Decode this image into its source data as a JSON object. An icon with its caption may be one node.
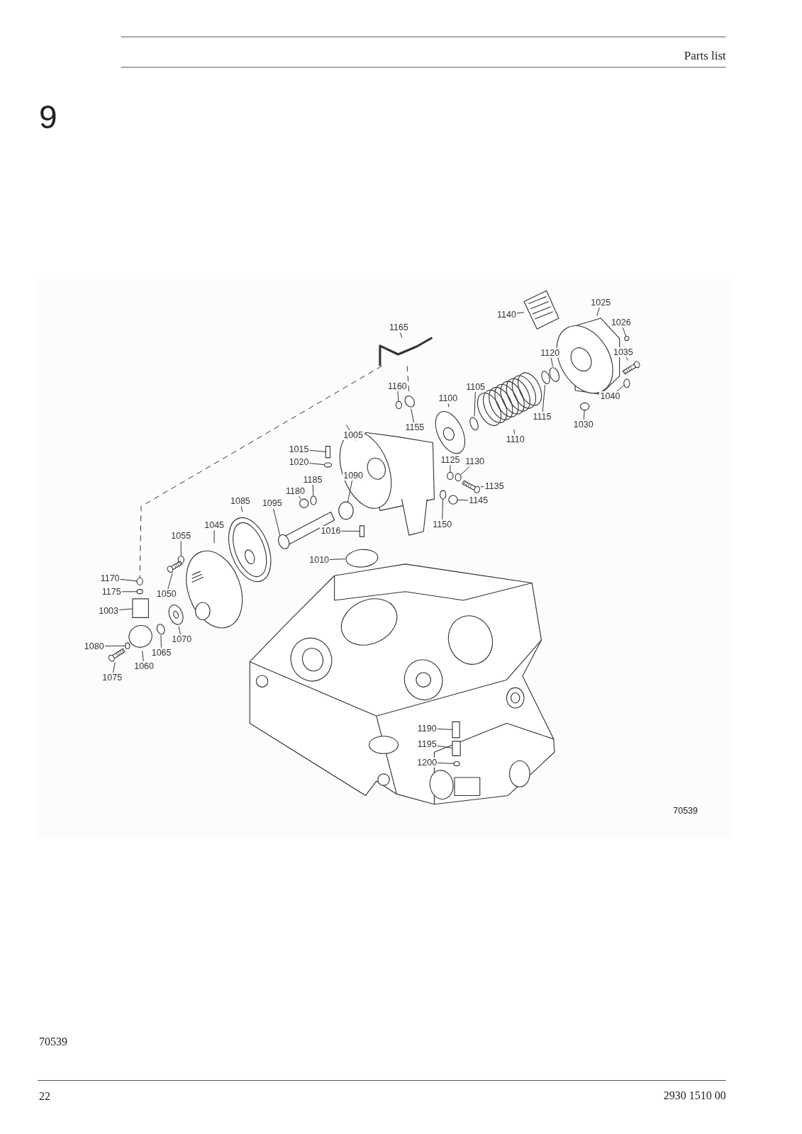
{
  "diagram": {
    "nodes": [
      {
        "text": [
          "1140"
        ]
      },
      {
        "text": [
          "1025"
        ]
      },
      {
        "text": [
          "1026"
        ]
      },
      {
        "text": [
          "1120"
        ]
      },
      {
        "text": [
          "1035"
        ]
      },
      {
        "text": [
          "1040"
        ]
      },
      {
        "text": [
          "1030"
        ]
      },
      {
        "text": [
          "1115"
        ]
      },
      {
        "text": [
          "1110"
        ]
      },
      {
        "text": [
          "1105"
        ]
      },
      {
        "text": [
          "1100"
        ]
      },
      {
        "text": [
          "1165"
        ]
      },
      {
        "text": [
          "1160"
        ]
      },
      {
        "text": [
          "1155"
        ]
      },
      {
        "text": [
          "1005"
        ]
      },
      {
        "text": [
          "1015"
        ]
      },
      {
        "text": [
          "1020"
        ]
      },
      {
        "text": [
          "1185"
        ]
      },
      {
        "text": [
          "1090"
        ]
      },
      {
        "text": [
          "1180"
        ]
      },
      {
        "text": [
          "1125"
        ]
      },
      {
        "text": [
          "1130"
        ]
      },
      {
        "text": [
          "1135"
        ]
      },
      {
        "text": [
          "1145"
        ]
      },
      {
        "text": [
          "1150"
        ]
      },
      {
        "text": [
          "1085"
        ]
      },
      {
        "text": [
          "1095"
        ]
      },
      {
        "text": [
          "1045"
        ]
      },
      {
        "text": [
          "1016"
        ]
      },
      {
        "text": [
          "1055"
        ]
      },
      {
        "text": [
          "1010"
        ]
      },
      {
        "text": [
          "1170"
        ]
      },
      {
        "text": [
          "1175"
        ]
      },
      {
        "text": [
          "1050"
        ]
      },
      {
        "text": [
          "1003"
        ]
      },
      {
        "text": [
          "1070"
        ]
      },
      {
        "text": [
          "1065"
        ]
      },
      {
        "text": [
          "1080"
        ]
      },
      {
        "text": [
          "1060"
        ]
      },
      {
        "text": [
          "1075"
        ]
      },
      {
        "text": [
          "1190"
        ]
      },
      {
        "text": [
          "1195"
        ]
      },
      {
        "text": [
          "1200"
        ]
      },
      {
        "text": [],
        "shape": "picture"
      },
      {
        "text": [],
        "shape": "picture"
      },
      {
        "text": [],
        "shape": "circle"
      },
      {
        "text": [],
        "shape": "circle"
      },
      {
        "text": [],
        "shape": "picture"
      },
      {
        "text": [],
        "shape": "circle"
      },
      {
        "text": [],
        "shape": "circle"
      },
      {
        "text": [],
        "shape": "circle"
      },
      {
        "text": [],
        "shape": "picture"
      },
      {
        "text": [],
        "shape": "circle"
      },
      {
        "text": [],
        "shape": "picture"
      },
      {
        "text": [],
        "shape": "picture"
      },
      {
        "text": [],
        "shape": "circle"
      },
      {
        "text": [],
        "shape": "circle"
      },
      {
        "text": [],
        "shape": "picture"
      },
      {
        "text": [],
        "shape": "box"
      },
      {
        "text": [],
        "shape": "circle"
      },
      {
        "text": [],
        "shape": "circle"
      },
      {
        "text": [],
        "shape": "circle"
      },
      {
        "text": [],
        "shape": "circle"
      },
      {
        "text": [],
        "shape": "circle"
      },
      {
        "text": [],
        "shape": "circle"
      },
      {
        "text": [],
        "shape": "picture"
      },
      {
        "text": [],
        "shape": "circle"
      },
      {
        "text": [],
        "shape": "circle"
      },
      {
        "text": [],
        "shape": "picture"
      },
      {
        "text": [],
        "shape": "picture"
      },
      {
        "text": [],
        "shape": "picture"
      },
      {
        "text": [],
        "shape": "box"
      },
      {
        "text": [],
        "shape": "circle"
      },
      {
        "text": [],
        "shape": "circle"
      },
      {
        "text": [],
        "shape": "circle"
      },
      {
        "text": [],
        "shape": "circle"
      },
      {
        "text": [],
        "shape": "picture"
      },
      {
        "text": [],
        "shape": "box"
      },
      {
        "text": [],
        "shape": "picture"
      },
      {
        "text": [],
        "shape": "circle"
      },
      {
        "text": [],
        "shape": "circle"
      },
      {
        "text": [],
        "shape": "circle"
      },
      {
        "text": [],
        "shape": "picture"
      },
      {
        "text": [],
        "shape": "box"
      },
      {
        "text": [],
        "shape": "box"
      },
      {
        "text": [],
        "shape": "circle"
      }
    ],
    "edges": [
      {
        "from": 0,
        "to": 43,
        "arrow": "none"
      },
      {
        "from": 1,
        "to": 44,
        "arrow": "none"
      },
      {
        "from": 2,
        "to": 45,
        "arrow": "none"
      },
      {
        "from": 3,
        "to": 46,
        "arrow": "none"
      },
      {
        "from": 4,
        "to": 47,
        "arrow": "none"
      },
      {
        "from": 5,
        "to": 48,
        "arrow": "none"
      },
      {
        "from": 6,
        "to": 49,
        "arrow": "none"
      },
      {
        "from": 7,
        "to": 50,
        "arrow": "none"
      },
      {
        "from": 8,
        "to": 51,
        "arrow": "none"
      },
      {
        "from": 9,
        "to": 52,
        "arrow": "none"
      },
      {
        "from": 10,
        "to": 53,
        "arrow": "none"
      },
      {
        "from": 11,
        "to": 54,
        "arrow": "none"
      },
      {
        "from": 12,
        "to": 55,
        "arrow": "none"
      },
      {
        "from": 13,
        "to": 56,
        "arrow": "none"
      },
      {
        "from": 14,
        "to": 57,
        "arrow": "none"
      },
      {
        "from": 15,
        "to": 58,
        "arrow": "none"
      },
      {
        "from": 16,
        "to": 59,
        "arrow": "none"
      },
      {
        "from": 17,
        "to": 60,
        "arrow": "none"
      },
      {
        "from": 18,
        "to": 61,
        "arrow": "none"
      },
      {
        "from": 19,
        "to": 62,
        "arrow": "none"
      },
      {
        "from": 20,
        "to": 63,
        "arrow": "none"
      },
      {
        "from": 21,
        "to": 64,
        "arrow": "none"
      },
      {
        "from": 22,
        "to": 65,
        "arrow": "none"
      },
      {
        "from": 23,
        "to": 66,
        "arrow": "none"
      },
      {
        "from": 24,
        "to": 67,
        "arrow": "none"
      },
      {
        "from": 25,
        "to": 68,
        "arrow": "none"
      },
      {
        "from": 26,
        "to": 69,
        "arrow": "none"
      },
      {
        "from": 27,
        "to": 70,
        "arrow": "none"
      },
      {
        "from": 28,
        "to": 71,
        "arrow": "none"
      },
      {
        "from": 29,
        "to": 72,
        "arrow": "none"
      },
      {
        "from": 30,
        "to": 73,
        "arrow": "none"
      },
      {
        "from": 31,
        "to": 74,
        "arrow": "none"
      },
      {
        "from": 32,
        "to": 75,
        "arrow": "none"
      },
      {
        "from": 33,
        "to": 76,
        "arrow": "none"
      },
      {
        "from": 34,
        "to": 77,
        "arrow": "none"
      },
      {
        "from": 35,
        "to": 78,
        "arrow": "none"
      },
      {
        "from": 36,
        "to": 79,
        "arrow": "none"
      },
      {
        "from": 37,
        "to": 80,
        "arrow": "none"
      },
      {
        "from": 38,
        "to": 81,
        "arrow": "none"
      },
      {
        "from": 39,
        "to": 82,
        "arrow": "none"
      },
      {
        "from": 40,
        "to": 83,
        "arrow": "none"
      },
      {
        "from": 41,
        "to": 84,
        "arrow": "none"
      },
      {
        "from": 42,
        "to": 85,
        "arrow": "none"
      },
      {
        "from": 54,
        "to": 74,
        "arrow": "none",
        "style": "dashed"
      },
      {
        "from": 54,
        "to": 56,
        "arrow": "none",
        "style": "dashed"
      }
    ],
    "labels": [
      "Parts list",
      "9",
      "70539",
      "70539",
      "22",
      "2930 1510 00"
    ]
  }
}
